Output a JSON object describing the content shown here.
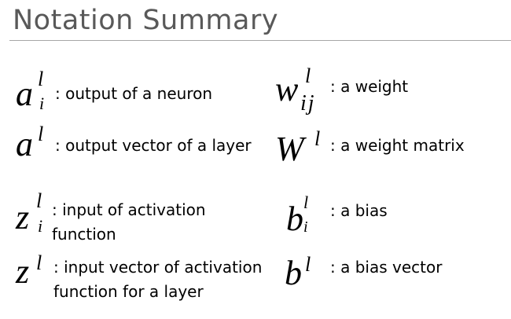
{
  "title": "Notation Summary",
  "left_column": [
    {
      "symbol": {
        "base": "a",
        "sup": "l",
        "sub": "i"
      },
      "description": [
        ": output of a neuron"
      ]
    },
    {
      "symbol": {
        "base": "a",
        "sup": "l",
        "sub": ""
      },
      "description": [
        ": output vector of a layer"
      ]
    },
    {
      "symbol": {
        "base": "z",
        "sup": "l",
        "sub": "i"
      },
      "description": [
        ": input of activation",
        "function"
      ]
    },
    {
      "symbol": {
        "base": "z",
        "sup": "l",
        "sub": ""
      },
      "description": [
        ": input vector of activation",
        "function for a layer"
      ]
    }
  ],
  "right_column": [
    {
      "symbol": {
        "base": "w",
        "sup": "l",
        "sub": "ij"
      },
      "description": [
        ": a weight"
      ]
    },
    {
      "symbol": {
        "base": "W",
        "sup": "l",
        "sub": ""
      },
      "description": [
        ": a weight matrix"
      ]
    },
    {
      "symbol": {
        "base": "b",
        "sup": "l",
        "sub": "i"
      },
      "description": [
        ": a bias"
      ]
    },
    {
      "symbol": {
        "base": "b",
        "sup": "l",
        "sub": ""
      },
      "description": [
        ": a bias vector"
      ]
    }
  ]
}
